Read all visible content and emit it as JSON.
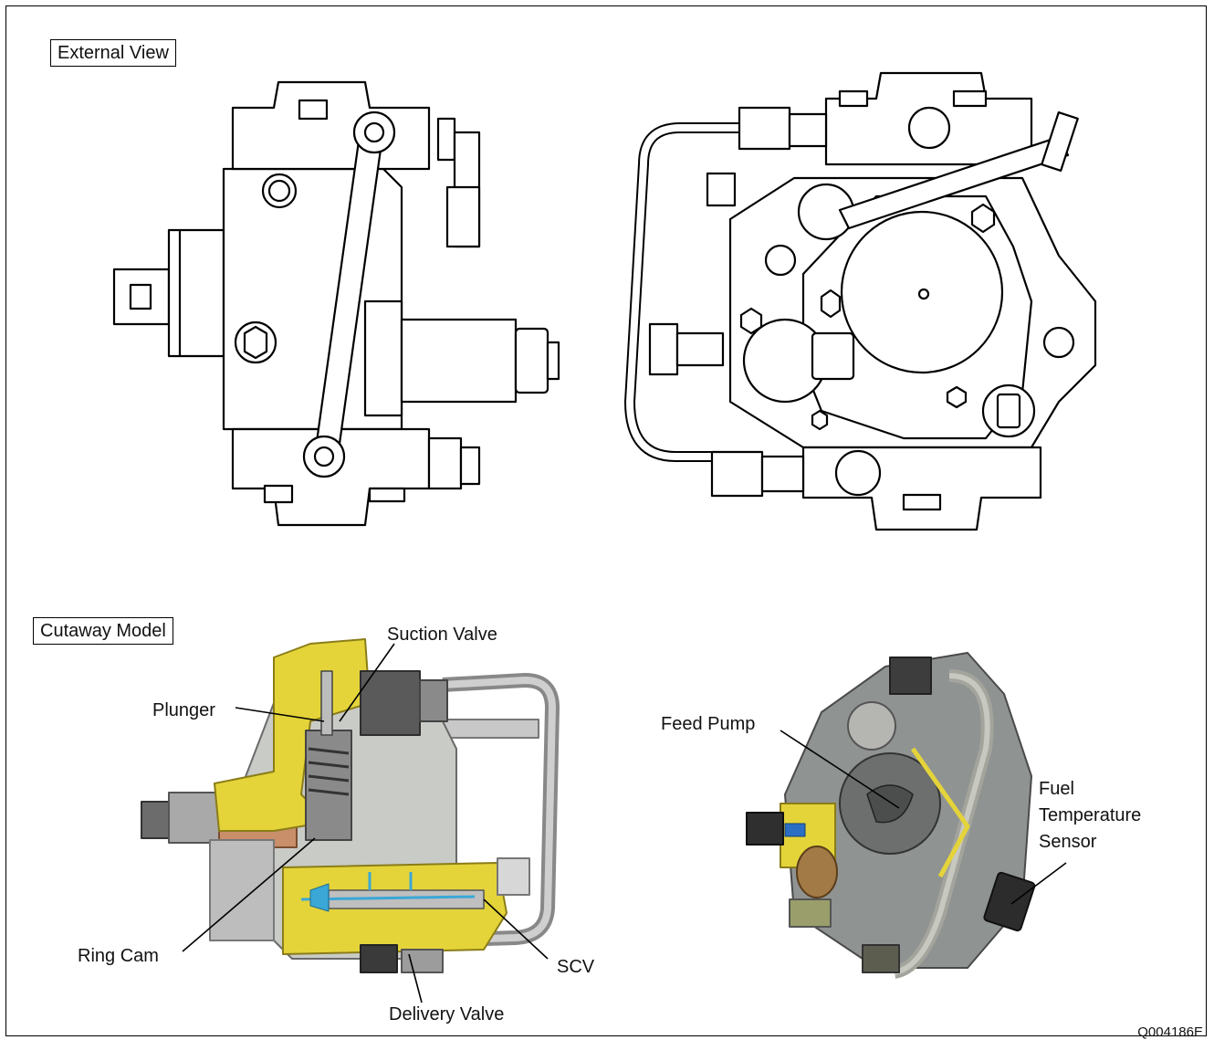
{
  "sections": {
    "external_view": "External View",
    "cutaway_model": "Cutaway Model"
  },
  "callouts": {
    "suction_valve": "Suction Valve",
    "plunger": "Plunger",
    "ring_cam": "Ring Cam",
    "delivery_valve": "Delivery Valve",
    "scv": "SCV",
    "feed_pump": "Feed Pump",
    "fuel_temperature_sensor": [
      "Fuel",
      "Temperature",
      "Sensor"
    ]
  },
  "figure_id": "Q004186E",
  "colors": {
    "line": "#000000",
    "cutaway_yellow": "#e6d63a",
    "metal_gray": "#9a9a9a",
    "dark_metal": "#3a3a3a",
    "fuel_blue": "#3aa7d6"
  }
}
